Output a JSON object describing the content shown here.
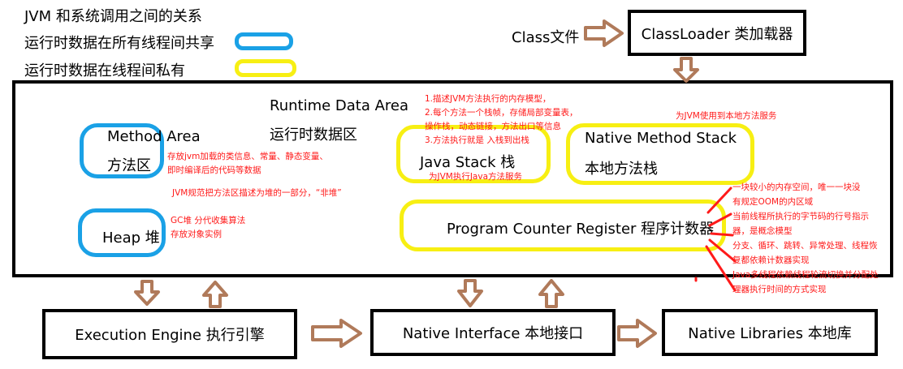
{
  "legend": {
    "title": "JVM 和系统调用之间的关系",
    "shared": "运行时数据在所有线程间共享",
    "private": "运行时数据在线程间私有"
  },
  "colors": {
    "shared": "#1aa1e6",
    "private": "#f7ef13",
    "arrow": "#b07a5a",
    "annotation": "#ff1a1a"
  },
  "top": {
    "class_file": "Class文件",
    "classloader": "ClassLoader 类加载器"
  },
  "runtime": {
    "title_en": "Runtime Data Area",
    "title_zh": "运行时数据区"
  },
  "method_area": {
    "en": "Method Area",
    "zh": "方法区",
    "notes": [
      "存放jvm加载的类信息、常量、静态变量、",
      "即时编译后的代码等数据"
    ],
    "note_extra": "JVM规范把方法区描述为堆的一部分，“非堆”"
  },
  "heap": {
    "label": "Heap 堆",
    "notes": [
      "GC堆 分代收集算法",
      "存放对象实例"
    ]
  },
  "java_stack": {
    "label": "Java Stack 栈",
    "notes": [
      "1.描述JVM方法执行的内存模型，",
      "2.每个方法一个栈帧，存储局部变量表，",
      "操作栈，动态链接，方法出口等信息",
      "3.方法执行就是 入栈到出栈"
    ],
    "note_bottom": "为JVM执行Java方法服务"
  },
  "native_stack": {
    "en": "Native Method Stack",
    "zh": "本地方法栈",
    "note": "为JVM使用到本地方法服务"
  },
  "pc": {
    "label": "Program Counter Register 程序计数器",
    "notes": [
      "一块较小的内存空间，唯一一块没",
      "有规定OOM的内区域",
      "当前线程所执行的字节码的行号指示",
      "器，是概念模型",
      "分支、循环、跳转、异常处理、线程恢",
      "复都依赖计数器实现",
      "Java多线程依赖线程轮流切换并分配处",
      "理器执行时间的方式实现"
    ]
  },
  "bottom": {
    "execution_engine": "Execution Engine 执行引擎",
    "native_interface": "Native Interface 本地接口",
    "native_libraries": "Native Libraries 本地库"
  }
}
